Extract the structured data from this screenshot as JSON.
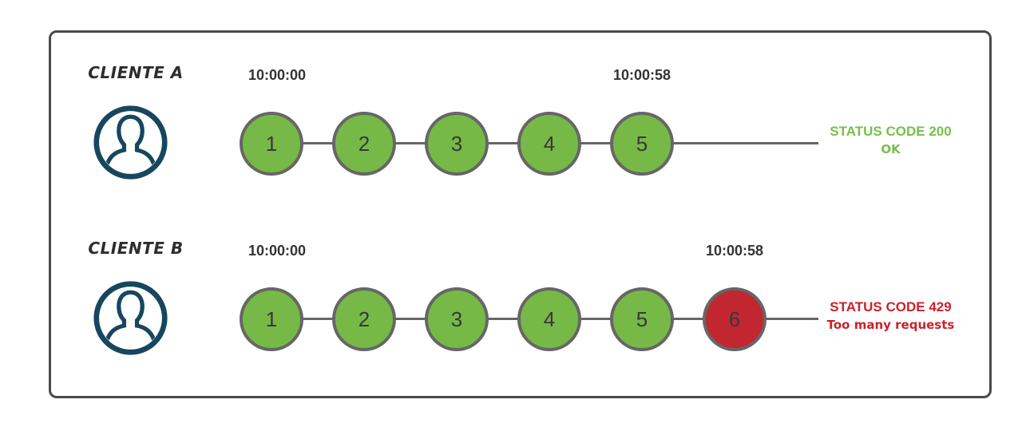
{
  "diagram": {
    "clients": [
      {
        "label": "CLIENTE A",
        "avatar_icon": "user-avatar-icon",
        "start_time": "10:00:00",
        "end_time": "10:00:58",
        "requests": [
          {
            "number": "1",
            "status": "success"
          },
          {
            "number": "2",
            "status": "success"
          },
          {
            "number": "3",
            "status": "success"
          },
          {
            "number": "4",
            "status": "success"
          },
          {
            "number": "5",
            "status": "success"
          }
        ],
        "status": {
          "code_text": "STATUS CODE 200",
          "message": "OK",
          "type": "success"
        }
      },
      {
        "label": "CLIENTE B",
        "avatar_icon": "user-avatar-icon",
        "start_time": "10:00:00",
        "end_time": "10:00:58",
        "requests": [
          {
            "number": "1",
            "status": "success"
          },
          {
            "number": "2",
            "status": "success"
          },
          {
            "number": "3",
            "status": "success"
          },
          {
            "number": "4",
            "status": "success"
          },
          {
            "number": "5",
            "status": "success"
          },
          {
            "number": "6",
            "status": "error"
          }
        ],
        "status": {
          "code_text": "STATUS CODE 429",
          "message": "Too many requests",
          "type": "error"
        }
      }
    ],
    "colors": {
      "success": "#76b947",
      "error": "#c22630",
      "success_text": "#77bf4c",
      "error_text": "#cc2229",
      "avatar": "#17465f",
      "line": "#666666"
    }
  }
}
